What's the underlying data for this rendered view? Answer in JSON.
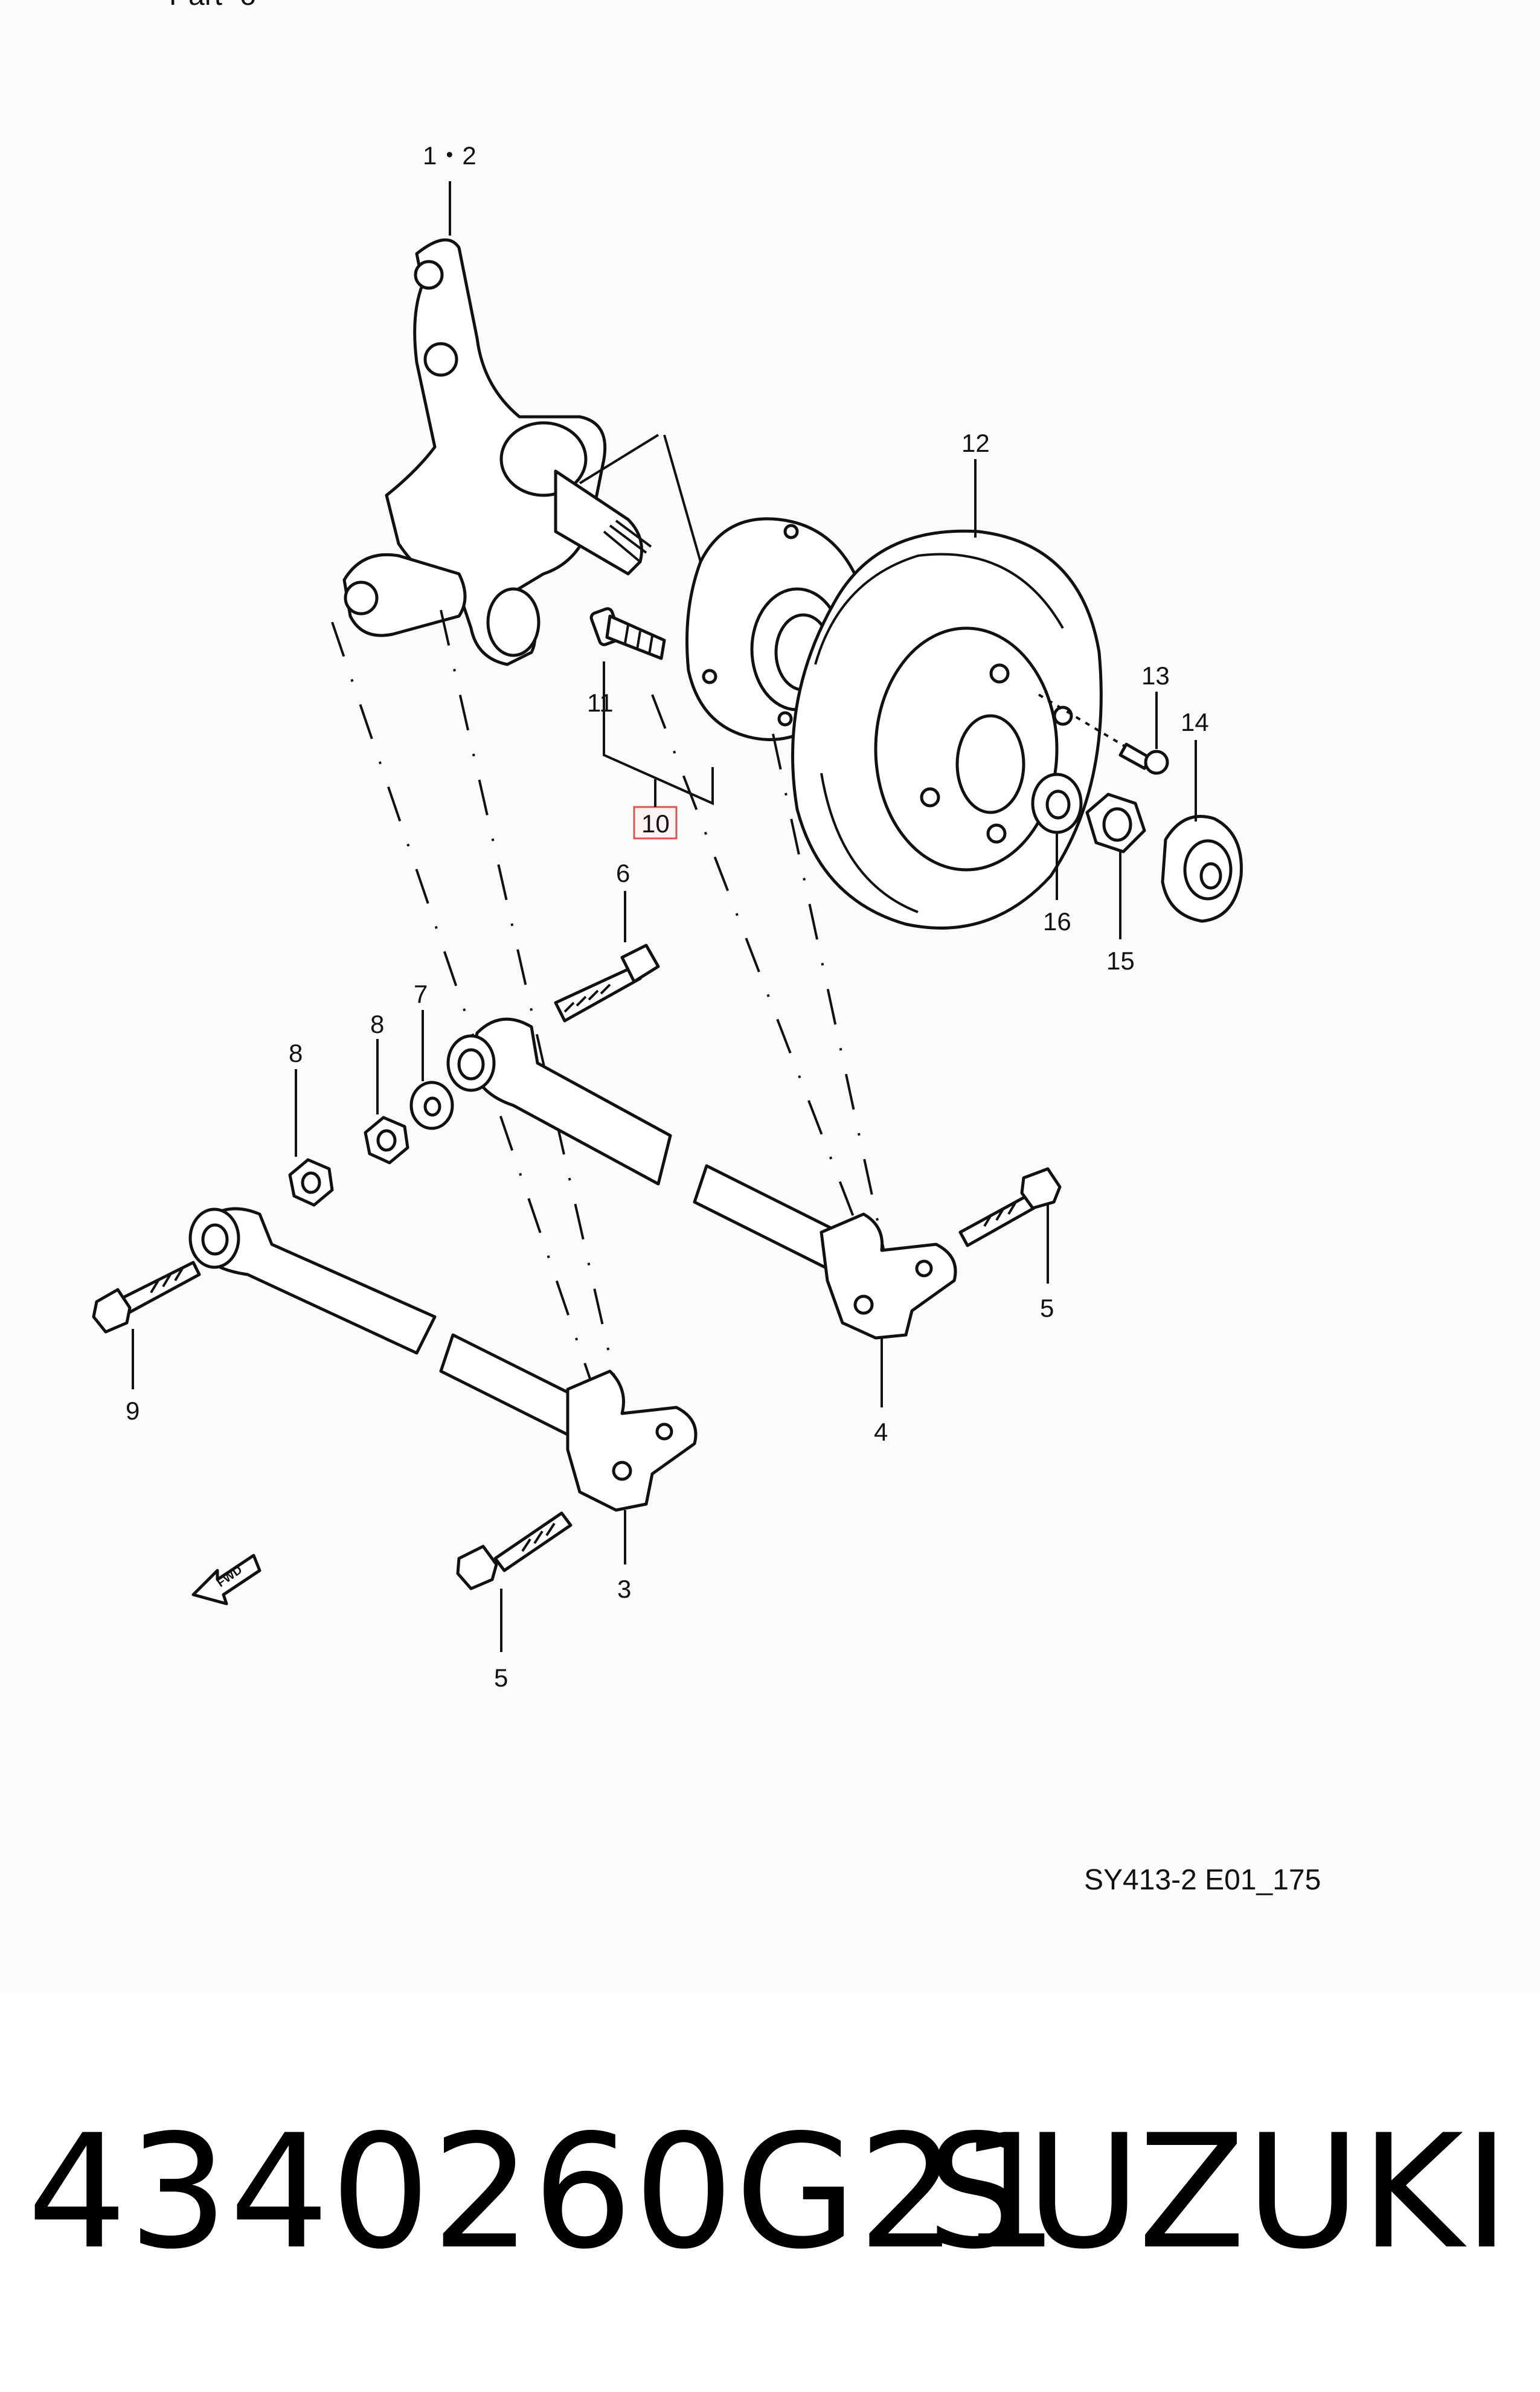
{
  "diagram": {
    "header_fragment": "Part ·o",
    "callouts": {
      "c1_2": "1・2",
      "c3": "3",
      "c4": "4",
      "c5a": "5",
      "c5b": "5",
      "c6": "6",
      "c7": "7",
      "c8a": "8",
      "c8b": "8",
      "c9": "9",
      "c10": "10",
      "c11": "11",
      "c12": "12",
      "c13": "13",
      "c14": "14",
      "c15": "15",
      "c16": "16"
    },
    "fwd_label": "FWD",
    "reference_code": "SY413-2 E01_175",
    "highlight_color": "#d9534f"
  },
  "footer": {
    "part_number": "4340260G21",
    "brand": "SUZUKI"
  }
}
